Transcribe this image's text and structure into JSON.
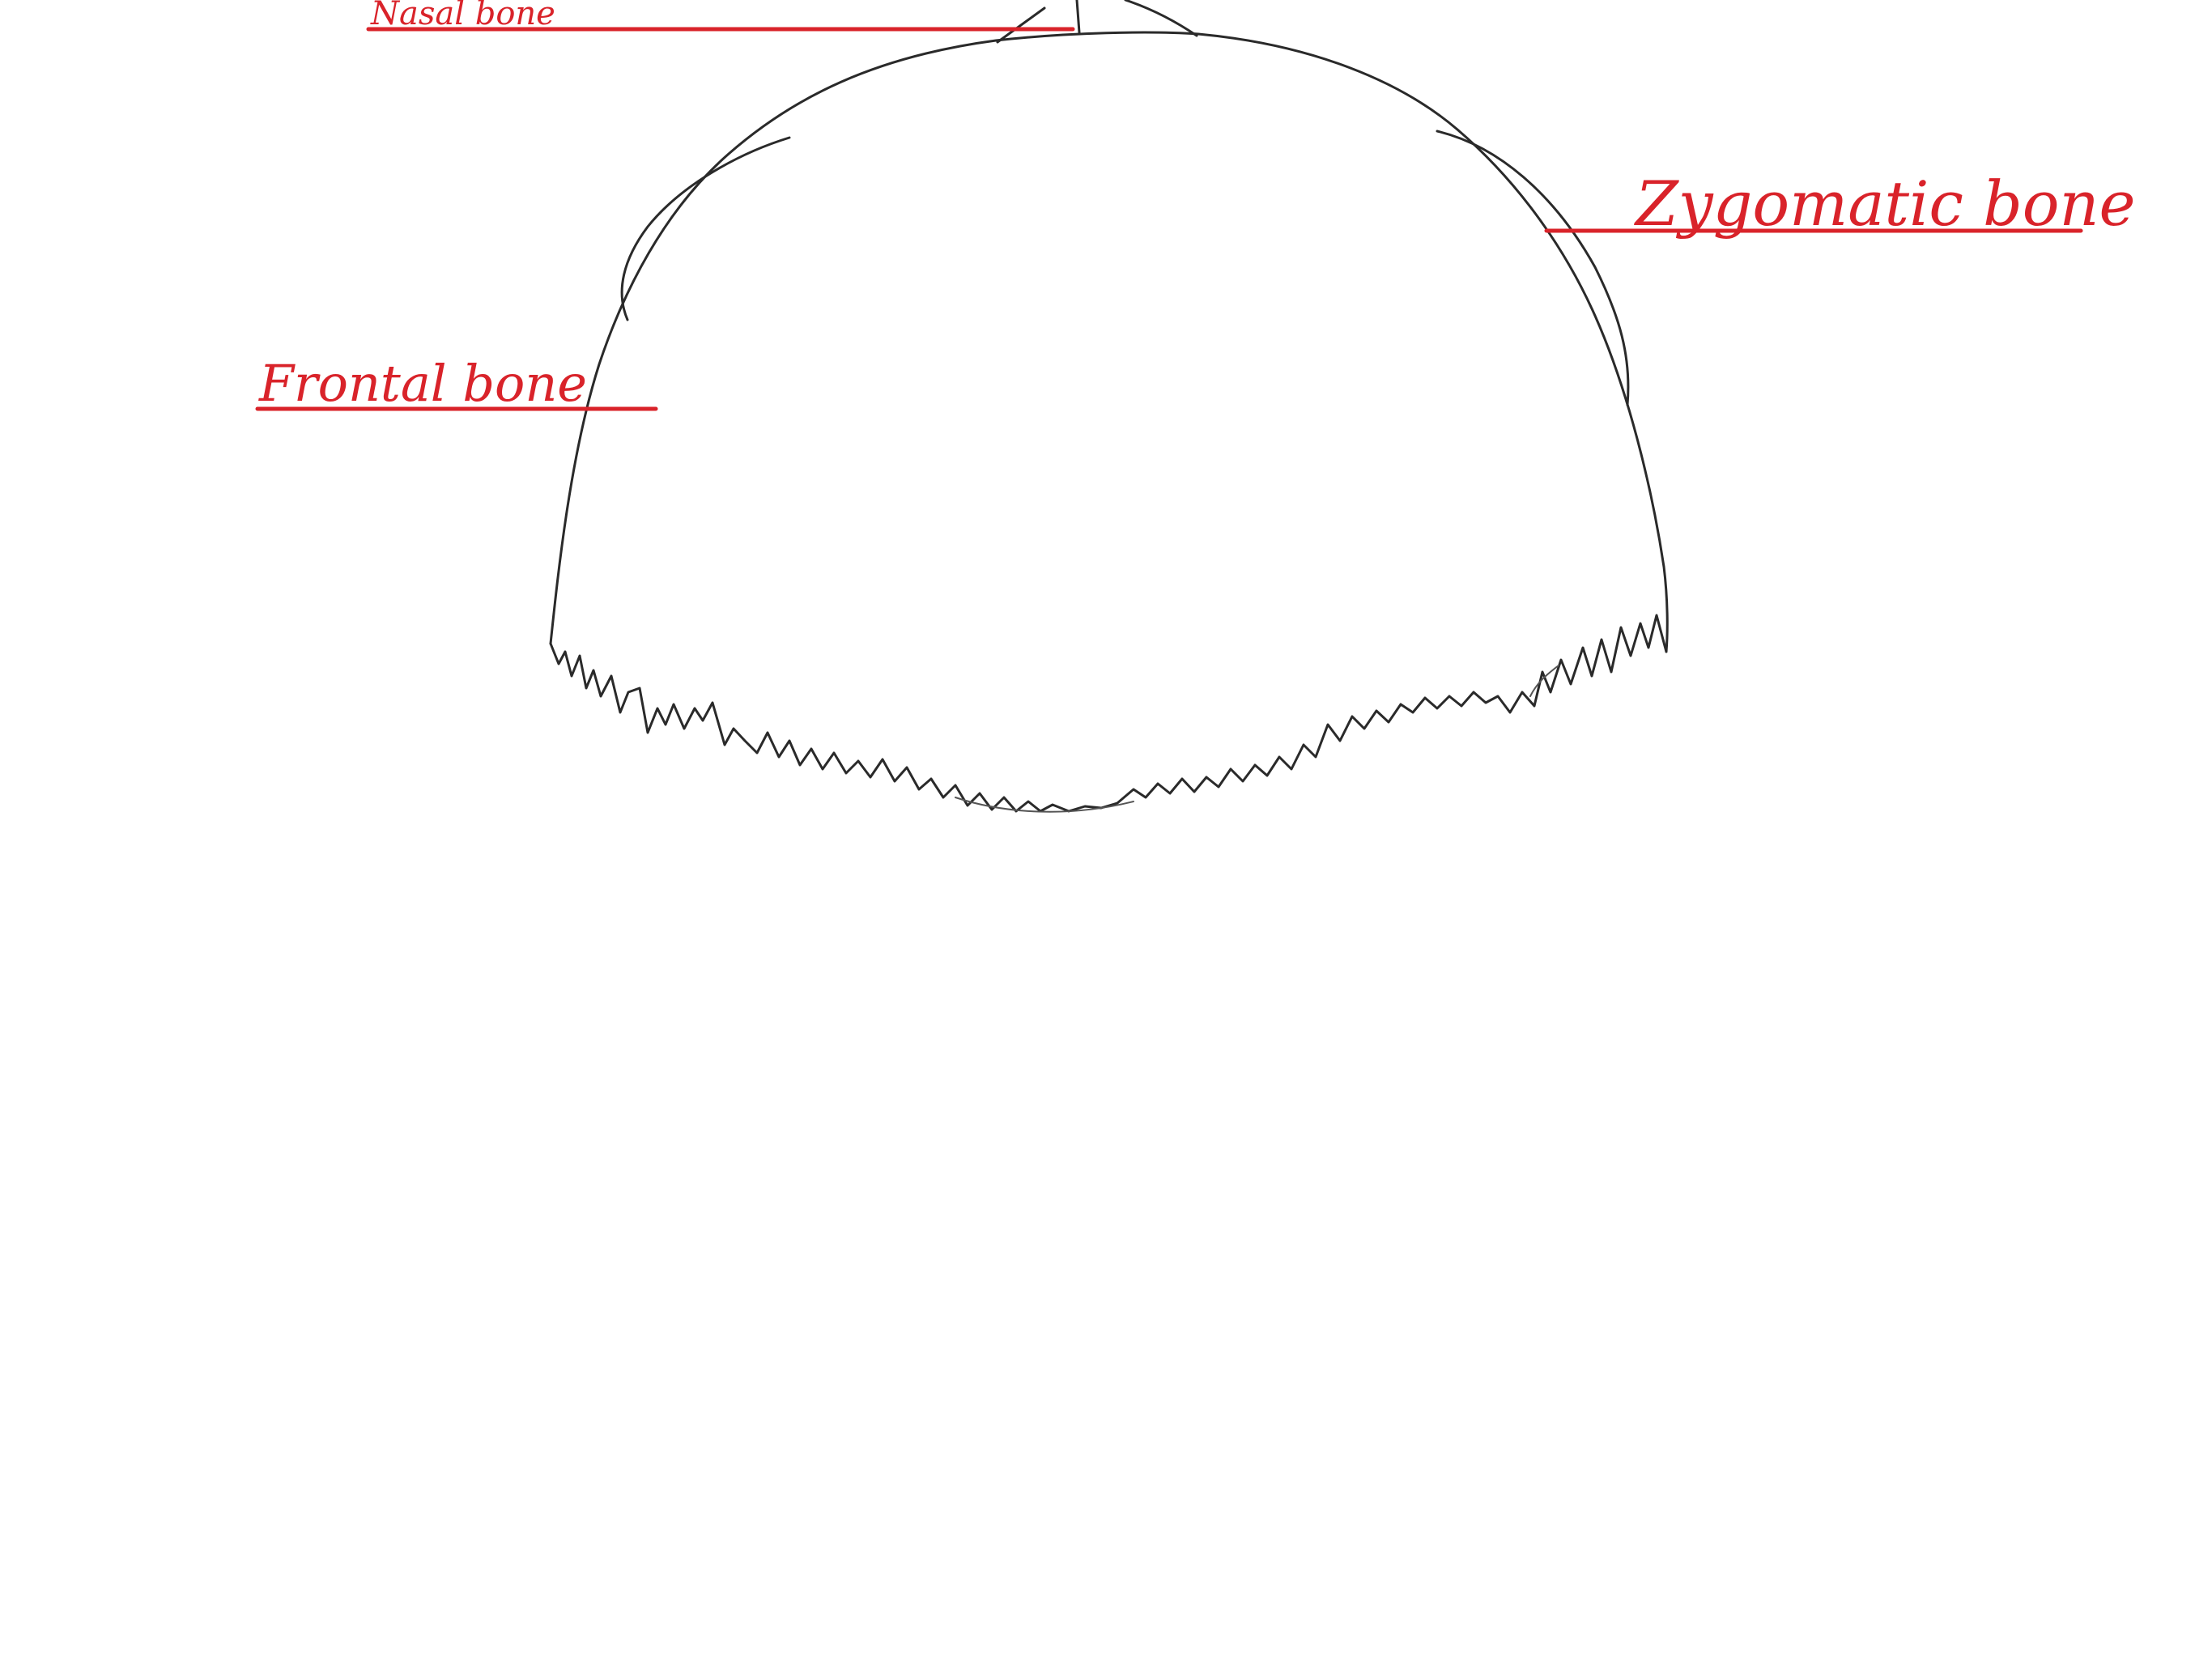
{
  "diagram": {
    "labels": {
      "nasal": "Nasal bone",
      "zygomatic": "Zygomatic bone",
      "frontal": "Frontal bone"
    },
    "colors": {
      "label": "#d9232a",
      "sketch": "#2a2a2a",
      "background": "#ffffff"
    }
  }
}
